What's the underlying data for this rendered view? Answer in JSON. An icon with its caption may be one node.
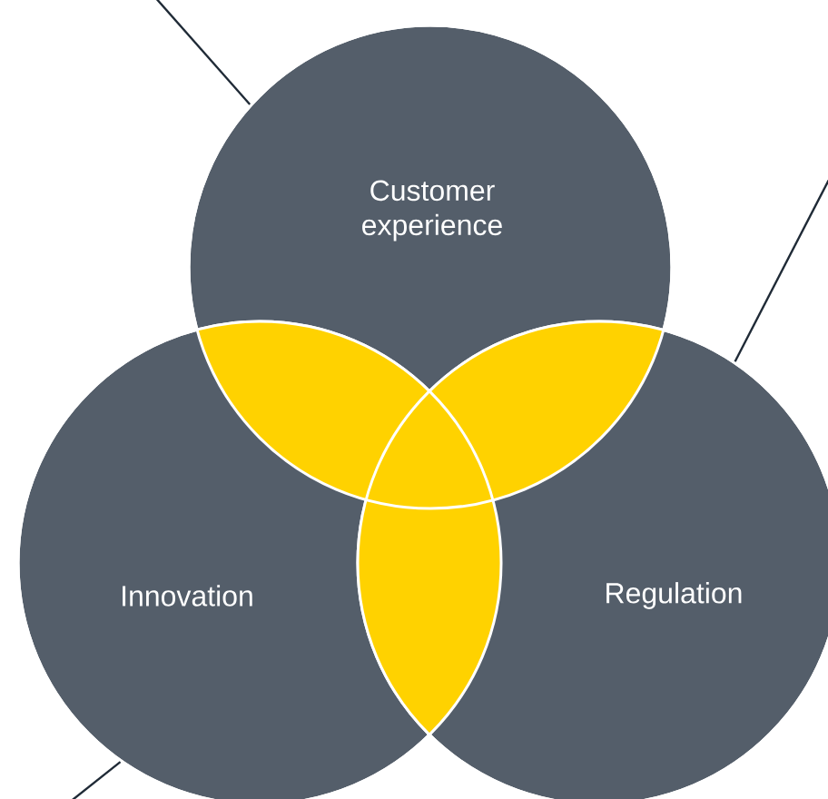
{
  "diagram": {
    "nodes": [
      {
        "text": [
          "Customer experience"
        ]
      },
      {
        "text": [
          "Innovation"
        ]
      },
      {
        "text": [
          "Regulation"
        ]
      }
    ],
    "edges": [
      {
        "from": null,
        "to": 0,
        "arrow": "none"
      },
      {
        "from": null,
        "to": 2,
        "arrow": "none"
      },
      {
        "from": null,
        "to": 1,
        "arrow": "none"
      }
    ]
  }
}
